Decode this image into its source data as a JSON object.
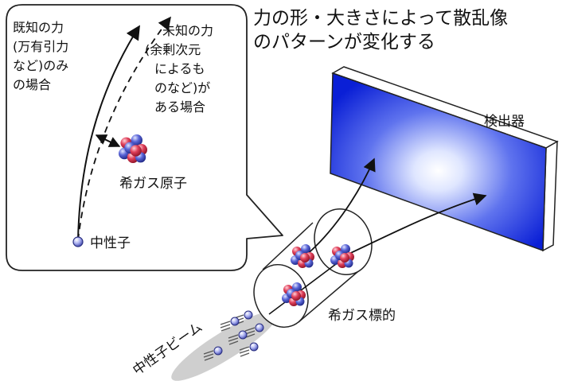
{
  "title_lines": [
    "力の形・大きさによって散乱像",
    "のパターンが変化する"
  ],
  "known_force": [
    "既知の力",
    "(万有引力",
    "など)のみ",
    "の場合"
  ],
  "unknown_force": [
    "未知の力",
    "(余剰次元",
    "によるも",
    "のなど)が",
    "ある場合"
  ],
  "noble_gas_atom": "希ガス原子",
  "neutron": "中性子",
  "detector": "検出器",
  "noble_gas_target": "希ガス標的",
  "neutron_beam": "中性子ビーム",
  "colors": {
    "detector_center": "#ffffff",
    "detector_edge": "#0a1fd6",
    "nucleon_red": "#e0405a",
    "nucleon_blue": "#5a66d8",
    "neutron_fill": "#8f95e6",
    "beam_shadow": "#cfcfcf"
  }
}
